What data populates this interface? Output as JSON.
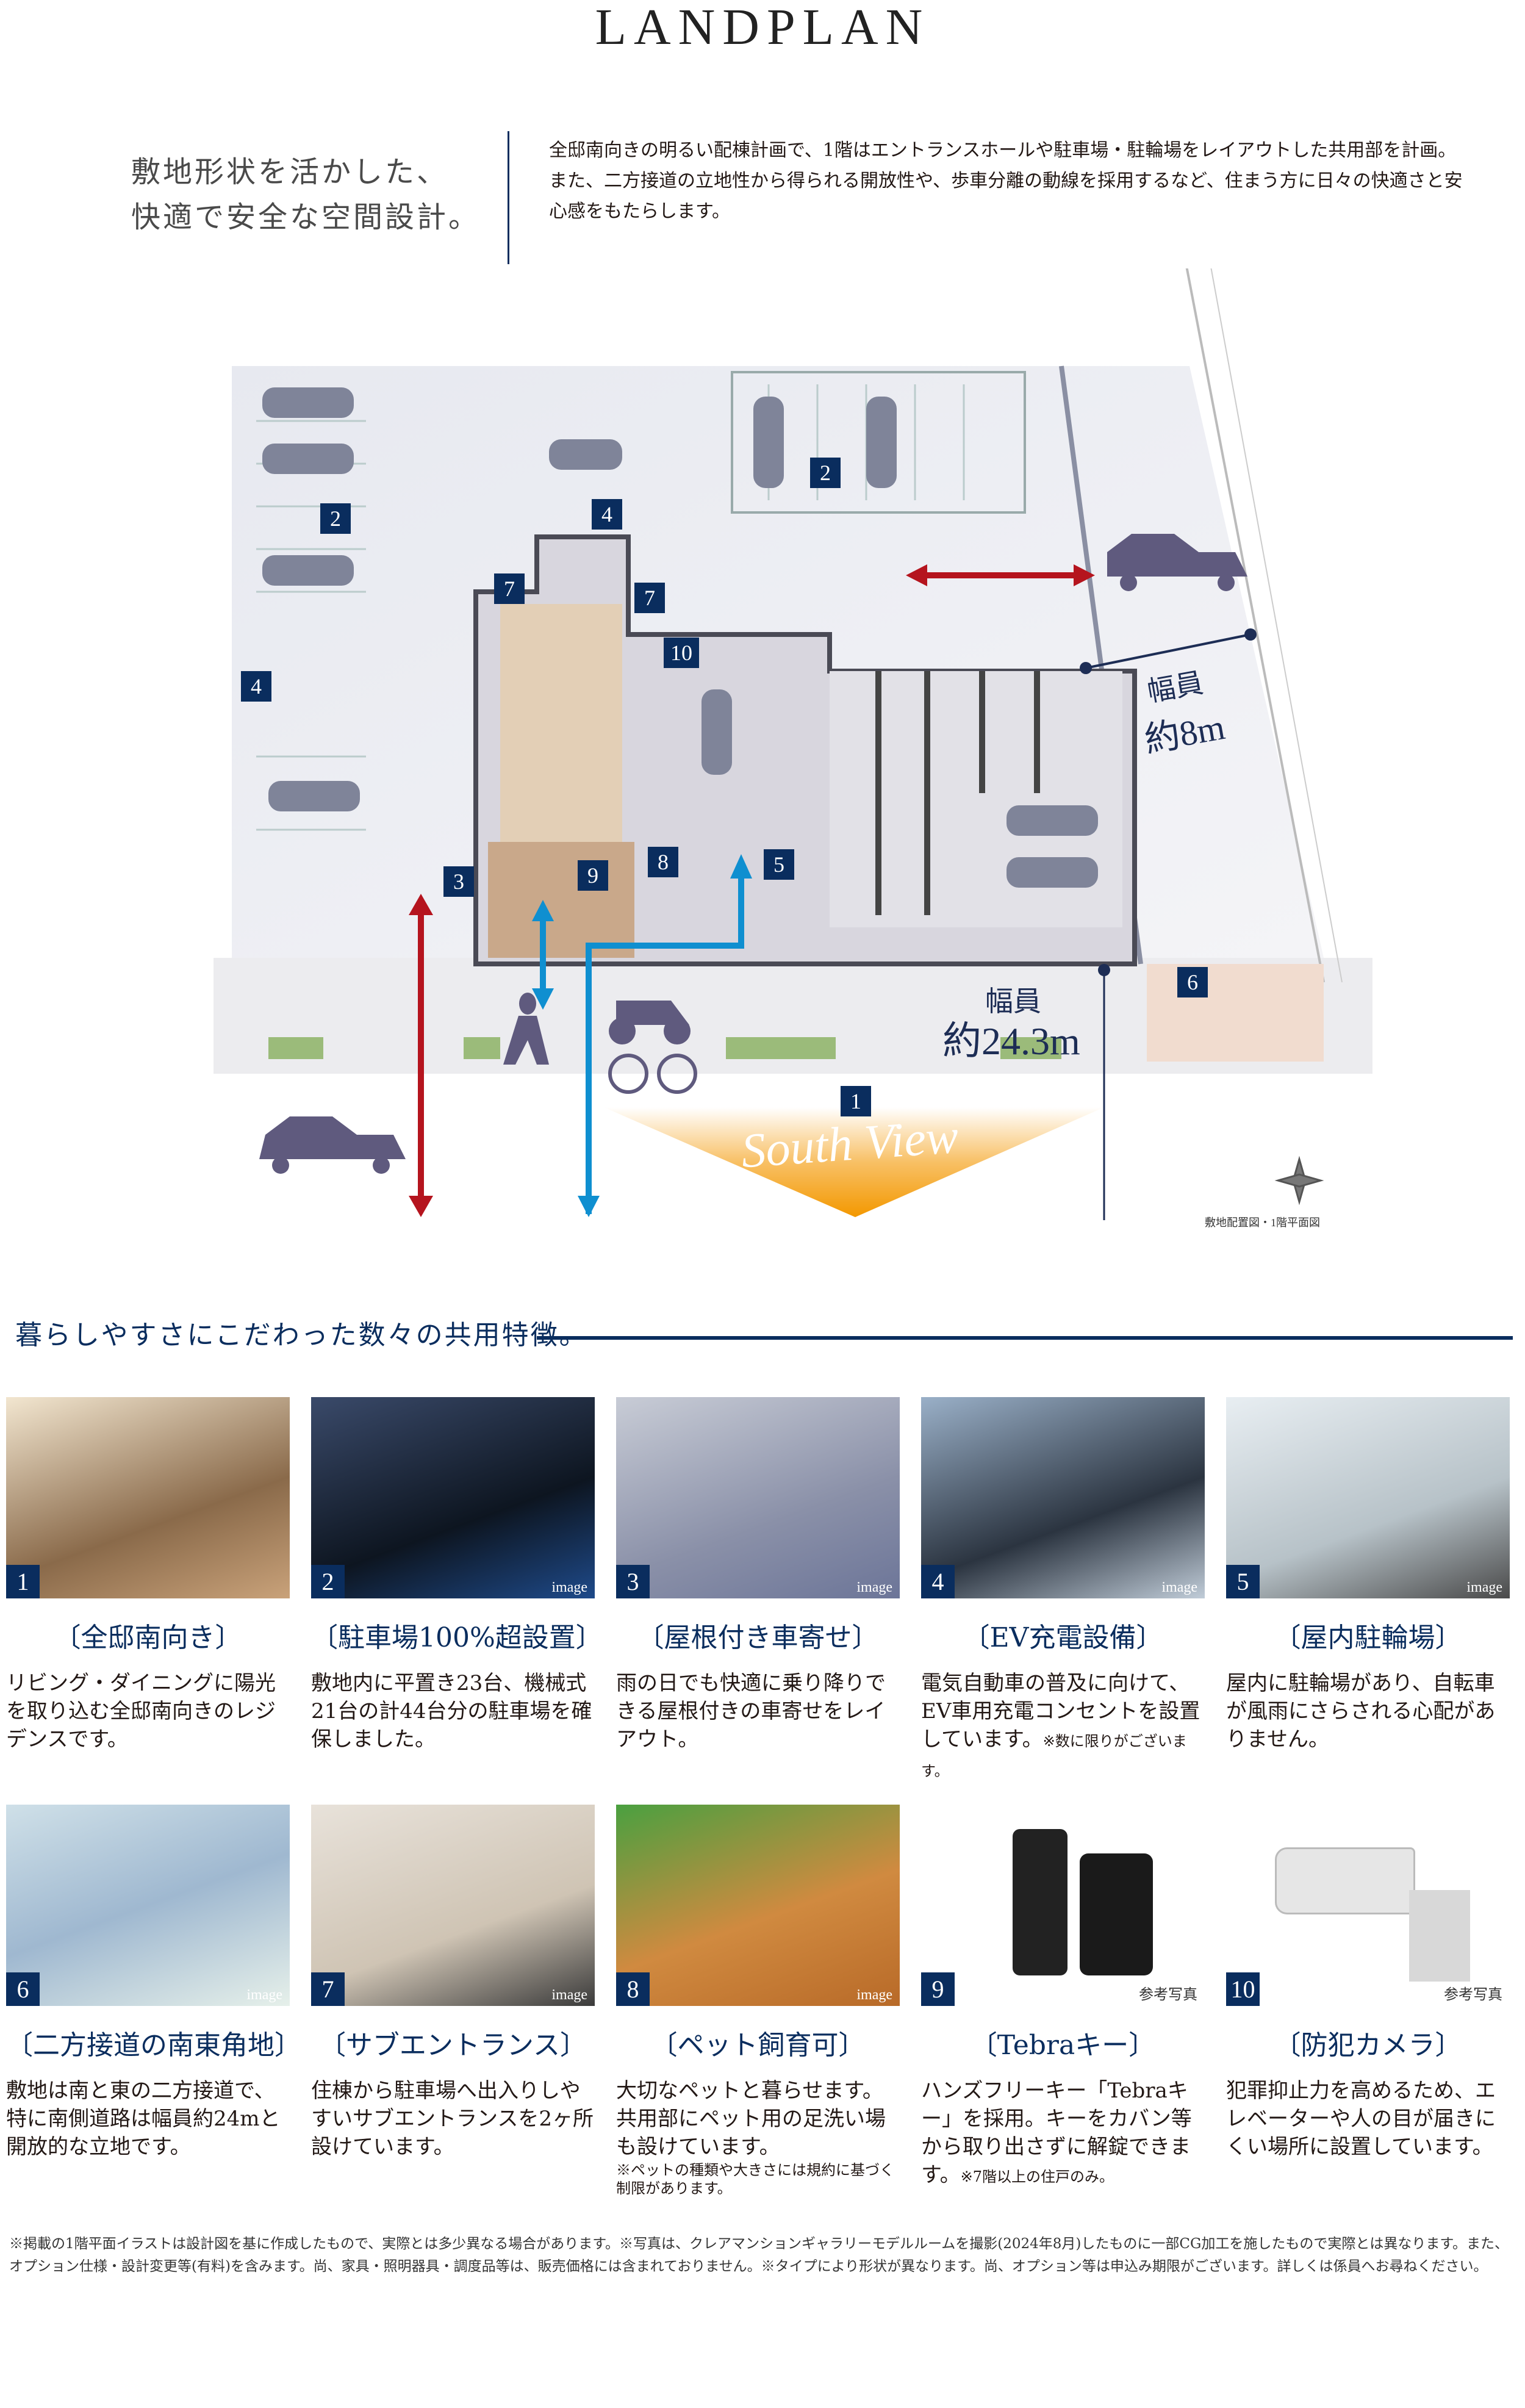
{
  "page_title": "LANDPLAN",
  "lead": {
    "heading": "敷地形状を活かした、\n快適で安全な空間設計。",
    "paragraphs": [
      "全邸南向きの明るい配棟計画で、1階はエントランスホールや駐車場・駐輪場をレイアウトした共用部を計画。",
      "また、二方接道の立地性から得られる開放性や、歩車分離の動線を採用するなど、住まう方に日々の快適さと安心感をもたらします。"
    ]
  },
  "map": {
    "road_east": {
      "label": "幅員",
      "value": "約8m"
    },
    "road_south": {
      "label": "幅員",
      "value": "約24.3m"
    },
    "south_view": "South View",
    "caption": "敷地配置図・1階平面図",
    "badges": [
      "2",
      "4",
      "2",
      "4",
      "7",
      "7",
      "10",
      "3",
      "9",
      "8",
      "5",
      "6",
      "1"
    ],
    "colors": {
      "red_arrow": "#b5141e",
      "blue_arrow": "#0f8fd0",
      "orange": "#f39800",
      "navy": "#0a2d5e"
    }
  },
  "features": {
    "heading": "暮らしやすさにこだわった数々の共用特徴。",
    "items": [
      {
        "num": "1",
        "caption": "",
        "title": "〔全邸南向き〕",
        "text": "リビング・ダイニングに陽光を取り込む全邸南向きのレジデンスです。",
        "note": ""
      },
      {
        "num": "2",
        "caption": "image",
        "title": "〔駐車場100%超設置〕",
        "text": "敷地内に平置き23台、機械式21台の計44台分の駐車場を確保しました。",
        "note": ""
      },
      {
        "num": "3",
        "caption": "image",
        "title": "〔屋根付き車寄せ〕",
        "text": "雨の日でも快適に乗り降りできる屋根付きの車寄せをレイアウト。",
        "note": ""
      },
      {
        "num": "4",
        "caption": "image",
        "title": "〔EV充電設備〕",
        "text": "電気自動車の普及に向けて、EV車用充電コンセントを設置しています。",
        "note": "※数に限りがございます。"
      },
      {
        "num": "5",
        "caption": "image",
        "title": "〔屋内駐輪場〕",
        "text": "屋内に駐輪場があり、自転車が風雨にさらされる心配がありません。",
        "note": ""
      },
      {
        "num": "6",
        "caption": "image",
        "title": "〔二方接道の南東角地〕",
        "text": "敷地は南と東の二方接道で、特に南側道路は幅員約24mと開放的な立地です。",
        "note": ""
      },
      {
        "num": "7",
        "caption": "image",
        "title": "〔サブエントランス〕",
        "text": "住棟から駐車場へ出入りしやすいサブエントランスを2ヶ所設けています。",
        "note": ""
      },
      {
        "num": "8",
        "caption": "image",
        "title": "〔ペット飼育可〕",
        "text": "大切なペットと暮らせます。共用部にペット用の足洗い場も設けています。",
        "note": "※ペットの種類や大きさには規約に基づく制限があります。"
      },
      {
        "num": "9",
        "caption": "参考写真",
        "title": "〔Tebraキー〕",
        "text": "ハンズフリーキー「Tebraキー」を採用。キーをカバン等から取り出さずに解錠できます。",
        "note": "※7階以上の住戸のみ。"
      },
      {
        "num": "10",
        "caption": "参考写真",
        "title": "〔防犯カメラ〕",
        "text": "犯罪抑止力を高めるため、エレベーターや人の目が届きにくい場所に設置しています。",
        "note": ""
      }
    ]
  },
  "footnote": "※掲載の1階平面イラストは設計図を基に作成したもので、実際とは多少異なる場合があります。※写真は、クレアマンションギャラリーモデルルームを撮影(2024年8月)したものに一部CG加工を施したもので実際とは異なります。また、オプション仕様・設計変更等(有料)を含みます。尚、家具・照明器具・調度品等は、販売価格には含まれておりません。※タイプにより形状が異なります。尚、オプション等は申込み期限がございます。詳しくは係員へお尋ねください。"
}
